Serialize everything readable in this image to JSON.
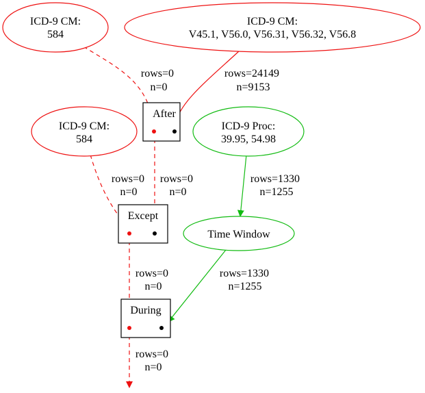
{
  "colors": {
    "red": "#ee1111",
    "green": "#11bb11",
    "black": "#000000"
  },
  "nodes": {
    "cm_584_top": {
      "line1": "ICD-9 CM:",
      "line2": "584"
    },
    "cm_v45": {
      "line1": "ICD-9 CM:",
      "line2": "V45.1, V56.0, V56.31, V56.32, V56.8"
    },
    "cm_584_mid": {
      "line1": "ICD-9 CM:",
      "line2": "584"
    },
    "proc": {
      "line1": "ICD-9 Proc:",
      "line2": "39.95, 54.98"
    },
    "time_window": {
      "label": "Time Window"
    },
    "after": {
      "label": "After"
    },
    "except": {
      "label": "Except"
    },
    "during": {
      "label": "During"
    }
  },
  "edges": {
    "cm584top_to_after": {
      "rows": "rows=0",
      "n": "n=0"
    },
    "v45_to_after": {
      "rows": "rows=24149",
      "n": "n=9153"
    },
    "cm584mid_to_except": {
      "rows": "rows=0",
      "n": "n=0"
    },
    "after_to_except": {
      "rows": "rows=0",
      "n": "n=0"
    },
    "proc_to_timewindow": {
      "rows": "rows=1330",
      "n": "n=1255"
    },
    "timewindow_to_during": {
      "rows": "rows=1330",
      "n": "n=1255"
    },
    "except_to_during": {
      "rows": "rows=0",
      "n": "n=0"
    },
    "during_out": {
      "rows": "rows=0",
      "n": "n=0"
    }
  }
}
